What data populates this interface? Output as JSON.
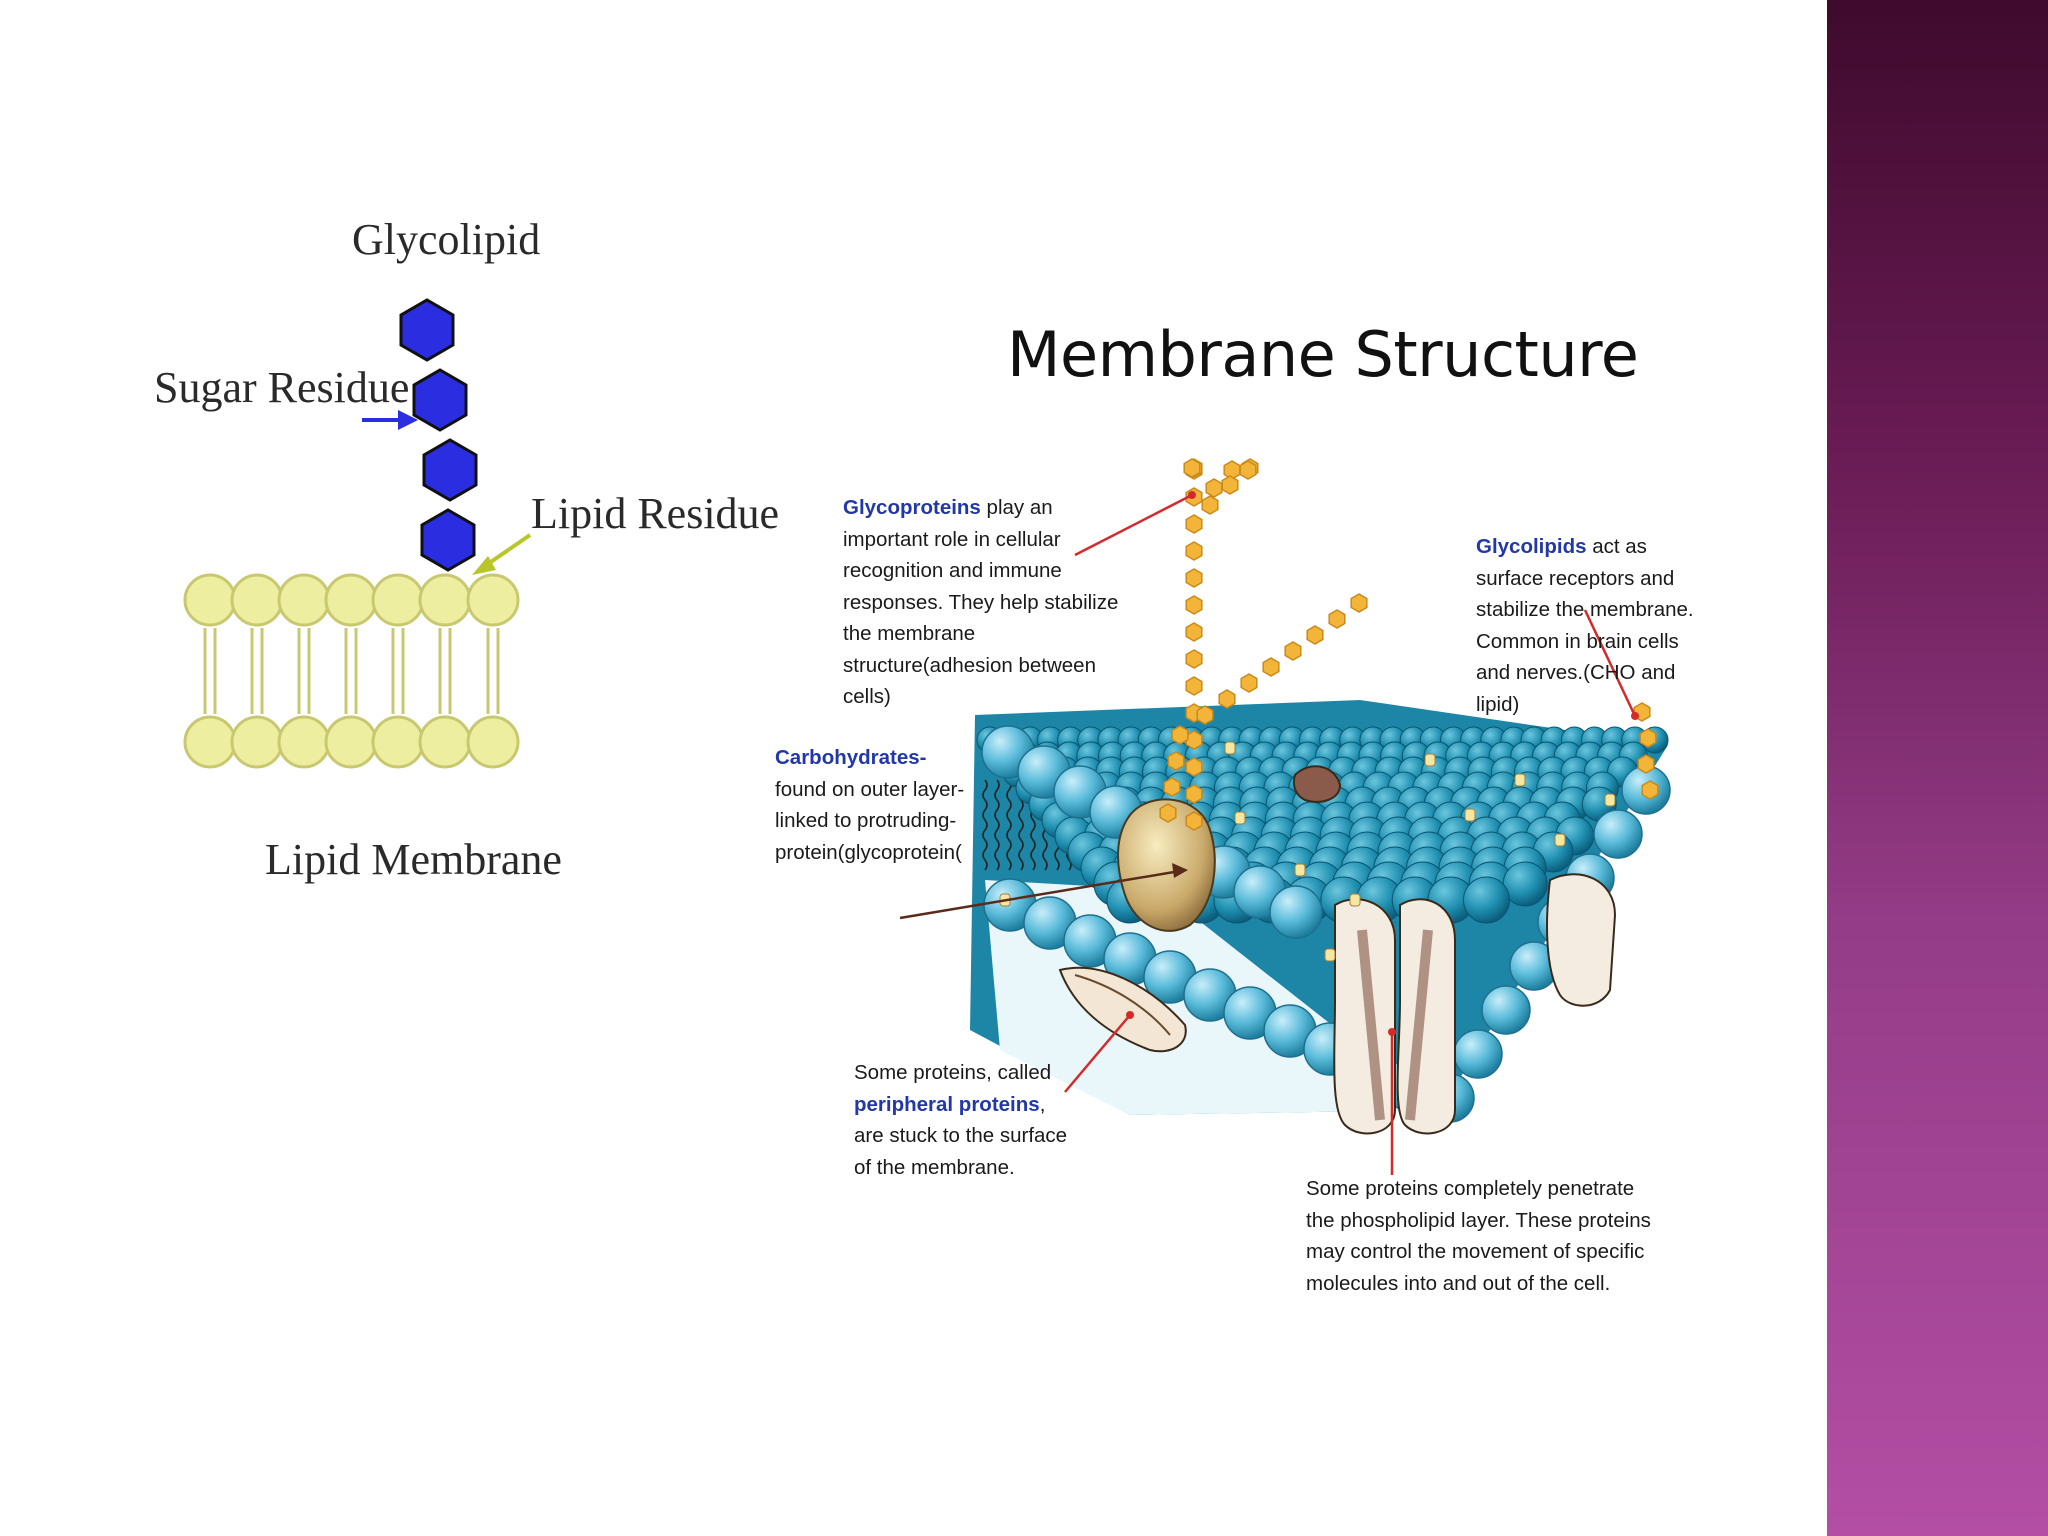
{
  "left_diagram": {
    "glycolipid_label": "Glycolipid",
    "sugar_residue_label": "Sugar Residue",
    "lipid_residue_label": "Lipid Residue",
    "lipid_membrane_label": "Lipid Membrane"
  },
  "right_diagram": {
    "title": "Membrane Structure",
    "glycoproteins": {
      "keyword": "Glycoproteins",
      "lines": [
        " play an",
        "important role in cellular",
        "recognition and immune",
        "responses. They help stabilize",
        "the membrane",
        "structure(adhesion between",
        "cells)"
      ]
    },
    "glycolipids": {
      "keyword": "Glycolipids",
      "lines": [
        " act as",
        "surface receptors and",
        "stabilize the membrane.",
        "Common in brain cells",
        "and nerves.(CHO and",
        "lipid)"
      ]
    },
    "carbohydrates": {
      "keyword": "Carbohydrates-",
      "lines": [
        "found on outer layer-",
        "linked to protruding-",
        "protein(glycoprotein("
      ]
    },
    "peripheral": {
      "line1": "Some proteins, called",
      "keyword": "peripheral proteins",
      "after_keyword": ",",
      "lines": [
        "are stuck to the surface",
        "of the membrane."
      ]
    },
    "integral": {
      "lines": [
        "Some proteins completely penetrate",
        "the phospholipid layer. These proteins",
        "may control the movement of specific",
        "molecules into and out of the cell."
      ]
    }
  },
  "colors": {
    "sidebar_top": "#3f0a2d",
    "sidebar_bottom": "#b34ea4",
    "sugar_hexagon": "#2b2de0",
    "lipid_head": "#eeeea0",
    "membrane_head": "#2f9fc0",
    "carbohydrate_chain": "#f2b53a",
    "keyword_blue": "#2238a8",
    "pointer_red": "#d42a2a"
  }
}
